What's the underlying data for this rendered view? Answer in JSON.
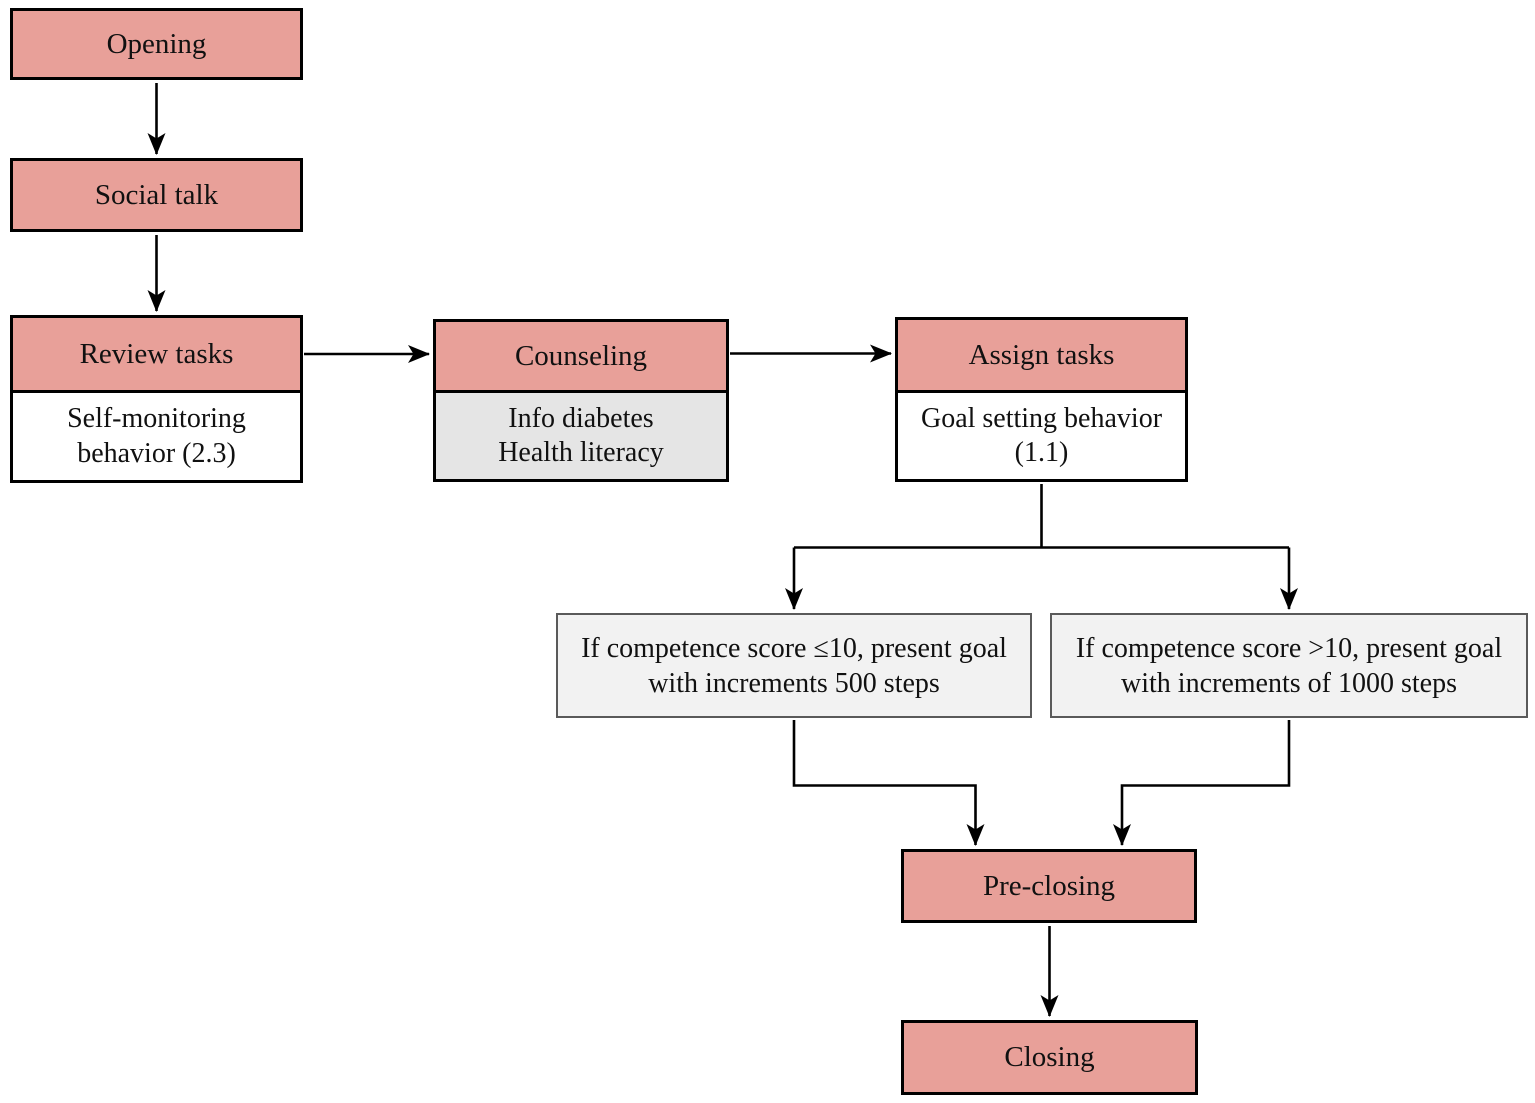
{
  "diagram": {
    "type": "flowchart",
    "nodes": {
      "opening": {
        "label": "Opening"
      },
      "social_talk": {
        "label": "Social talk"
      },
      "review_tasks": {
        "title": "Review tasks",
        "body": "Self-monitoring behavior (2.3)"
      },
      "counseling": {
        "title": "Counseling",
        "body_lines": [
          "Info diabetes",
          "Health literacy"
        ]
      },
      "assign_tasks": {
        "title": "Assign tasks",
        "body": "Goal setting behavior (1.1)"
      },
      "condition_low": {
        "label": "If competence score ≤10, present goal with increments 500 steps"
      },
      "condition_high": {
        "label": "If competence score >10, present goal with increments of 1000 steps"
      },
      "pre_closing": {
        "label": "Pre-closing"
      },
      "closing": {
        "label": "Closing"
      }
    },
    "edges": [
      {
        "from": "opening",
        "to": "social_talk"
      },
      {
        "from": "social_talk",
        "to": "review_tasks"
      },
      {
        "from": "review_tasks",
        "to": "counseling"
      },
      {
        "from": "counseling",
        "to": "assign_tasks"
      },
      {
        "from": "assign_tasks",
        "to": "condition_low"
      },
      {
        "from": "assign_tasks",
        "to": "condition_high"
      },
      {
        "from": "condition_low",
        "to": "pre_closing"
      },
      {
        "from": "condition_high",
        "to": "pre_closing"
      },
      {
        "from": "pre_closing",
        "to": "closing"
      }
    ],
    "colors": {
      "node_pink": "#e8a099",
      "node_body_white": "#ffffff",
      "node_body_gray": "#e5e5e5",
      "condition_bg": "#f2f2f2",
      "condition_border": "#5a5a5a",
      "line_black": "#000000",
      "text": "#111111"
    }
  }
}
